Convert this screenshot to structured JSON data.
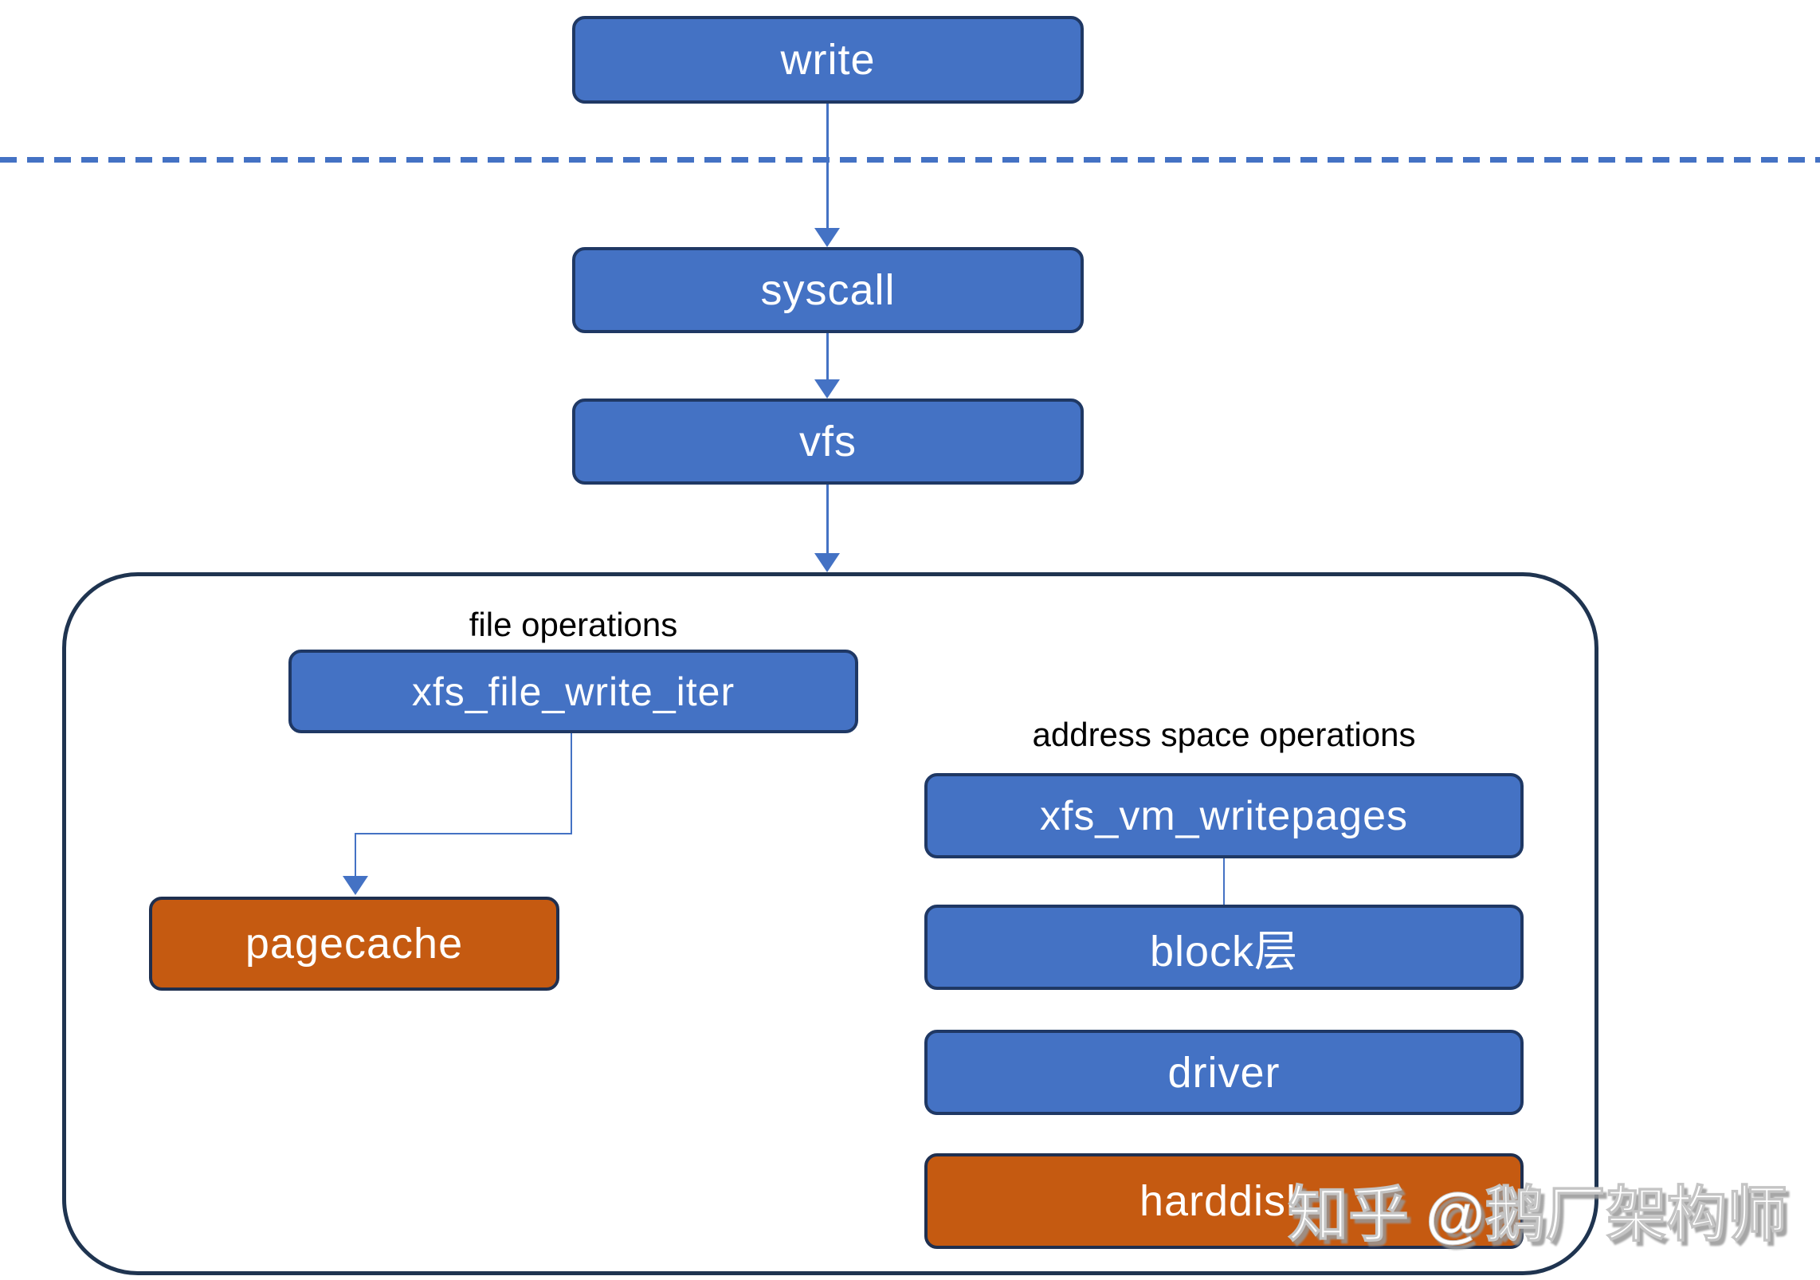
{
  "nodes": {
    "write": "write",
    "syscall": "syscall",
    "vfs": "vfs",
    "xfs_file_write_iter": "xfs_file_write_iter",
    "pagecache": "pagecache",
    "xfs_vm_writepages": "xfs_vm_writepages",
    "block_layer": "block层",
    "driver": "driver",
    "harddisk": "harddisk"
  },
  "labels": {
    "file_operations": "file operations",
    "address_space_operations": "address space operations"
  },
  "watermark": "知乎 @鹅厂架构师",
  "colors": {
    "node_blue_fill": "#4472C4",
    "node_orange_fill": "#C55A11",
    "node_border": "#1F3864",
    "container_border": "#1F3450",
    "connector_blue": "#4472C4",
    "dashed_boundary": "#4472C4",
    "node_text": "#FFFFFF",
    "label_text": "#000000"
  }
}
